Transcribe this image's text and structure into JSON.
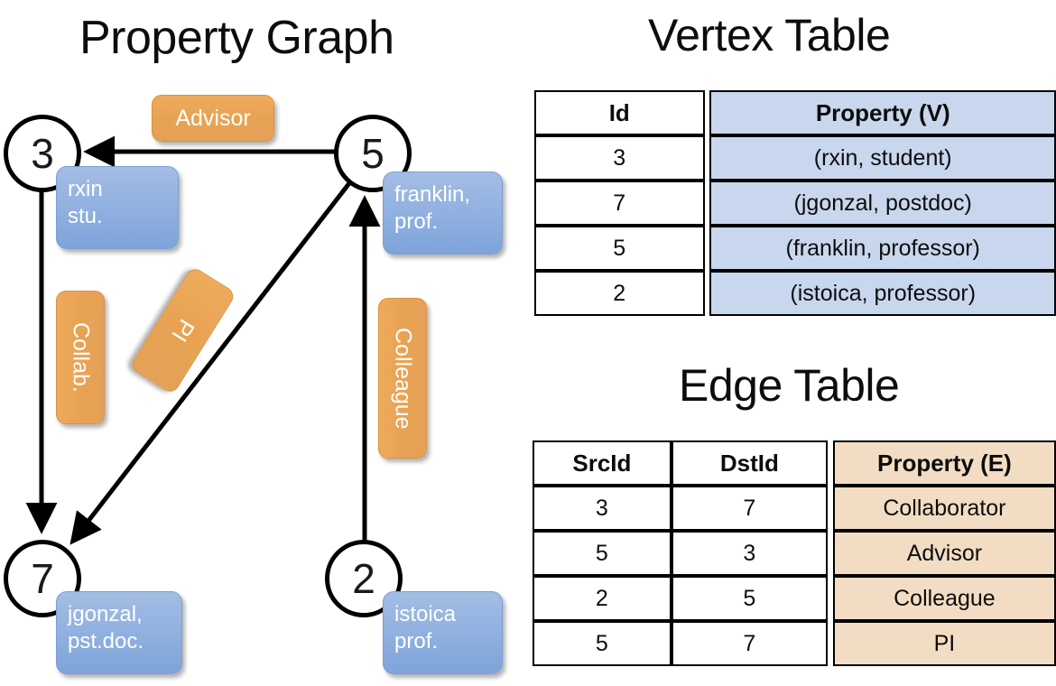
{
  "titles": {
    "property_graph": "Property Graph",
    "vertex_table": "Vertex Table",
    "edge_table": "Edge Table"
  },
  "graph": {
    "nodes": [
      {
        "id": "3",
        "label": "3",
        "property_lines": [
          "rxin",
          "stu."
        ]
      },
      {
        "id": "5",
        "label": "5",
        "property_lines": [
          "franklin,",
          "prof."
        ]
      },
      {
        "id": "7",
        "label": "7",
        "property_lines": [
          "jgonzal,",
          "pst.doc."
        ]
      },
      {
        "id": "2",
        "label": "2",
        "property_lines": [
          "istoica",
          "prof."
        ]
      }
    ],
    "edge_labels": [
      {
        "name": "advisor",
        "text": "Advisor",
        "orientation": "horizontal"
      },
      {
        "name": "collab",
        "text": "Collab.",
        "orientation": "vertical"
      },
      {
        "name": "pi",
        "text": "PI",
        "orientation": "rotated"
      },
      {
        "name": "colleague",
        "text": "Colleague",
        "orientation": "vertical"
      }
    ],
    "edges": [
      {
        "src": "5",
        "dst": "3",
        "label": "Advisor"
      },
      {
        "src": "3",
        "dst": "7",
        "label": "Collab."
      },
      {
        "src": "5",
        "dst": "7",
        "label": "PI"
      },
      {
        "src": "2",
        "dst": "5",
        "label": "Colleague"
      }
    ]
  },
  "vertex_table": {
    "headers": [
      "Id",
      "Property (V)"
    ],
    "rows": [
      {
        "id": "3",
        "property": "(rxin, student)"
      },
      {
        "id": "7",
        "property": "(jgonzal, postdoc)"
      },
      {
        "id": "5",
        "property": "(franklin, professor)"
      },
      {
        "id": "2",
        "property": "(istoica, professor)"
      }
    ]
  },
  "edge_table": {
    "headers": [
      "SrcId",
      "DstId",
      "Property (E)"
    ],
    "rows": [
      {
        "src": "3",
        "dst": "7",
        "property": "Collaborator"
      },
      {
        "src": "5",
        "dst": "3",
        "property": "Advisor"
      },
      {
        "src": "2",
        "dst": "5",
        "property": "Colleague"
      },
      {
        "src": "5",
        "dst": "7",
        "property": "PI"
      }
    ]
  },
  "colors": {
    "vertex_box": "#93b2e0",
    "edge_box": "#e9a253",
    "vertex_table_fill": "#c8d7ed",
    "edge_table_fill": "#f2ddc4",
    "stroke": "#000000"
  }
}
